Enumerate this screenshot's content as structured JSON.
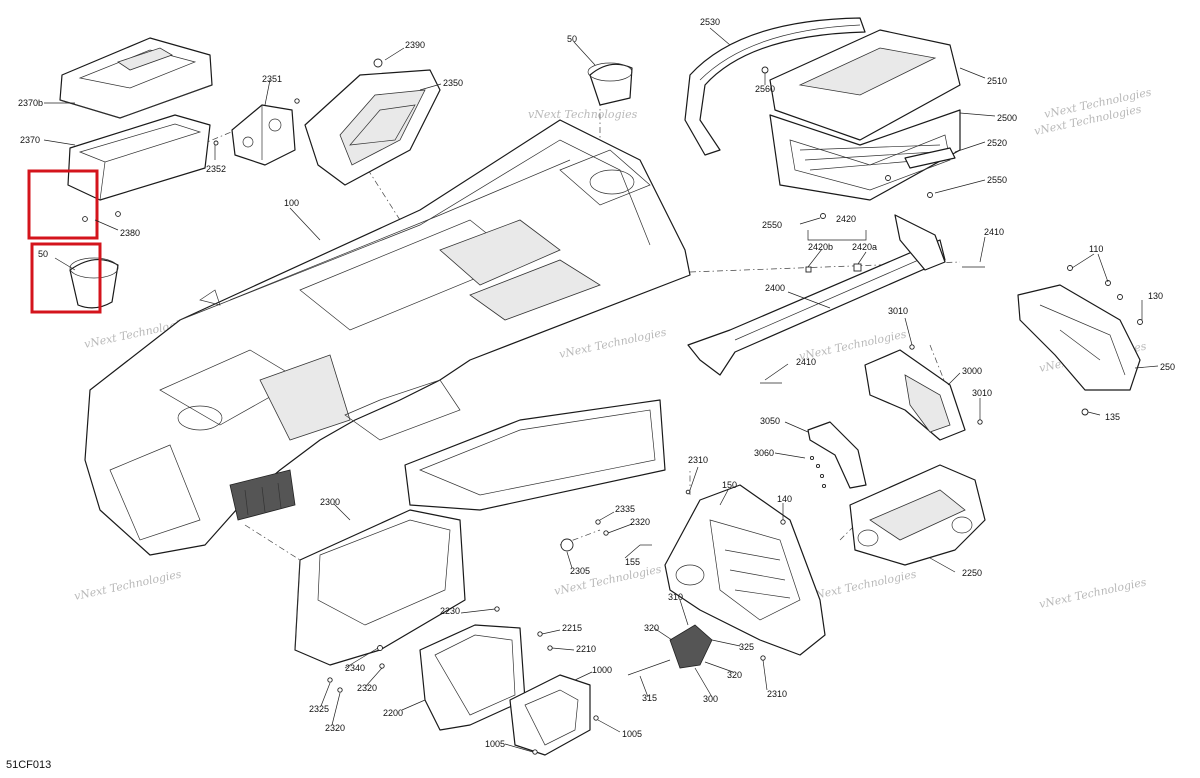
{
  "diagram_code": "51CF013",
  "watermark": "vNext Technologies",
  "highlight_color": "#d4141c",
  "part_labels": [
    {
      "id": "l2370b",
      "text": "2370b"
    },
    {
      "id": "l2370",
      "text": "2370"
    },
    {
      "id": "l2352",
      "text": "2352"
    },
    {
      "id": "l2380",
      "text": "2380"
    },
    {
      "id": "l2351",
      "text": "2351"
    },
    {
      "id": "l2390",
      "text": "2390"
    },
    {
      "id": "l2350",
      "text": "2350"
    },
    {
      "id": "l50a",
      "text": "50"
    },
    {
      "id": "l50b",
      "text": "50"
    },
    {
      "id": "l100",
      "text": "100"
    },
    {
      "id": "l2530",
      "text": "2530"
    },
    {
      "id": "l2560",
      "text": "2560"
    },
    {
      "id": "l2510",
      "text": "2510"
    },
    {
      "id": "l2500",
      "text": "2500"
    },
    {
      "id": "l2520",
      "text": "2520"
    },
    {
      "id": "l2550a",
      "text": "2550"
    },
    {
      "id": "l2550b",
      "text": "2550"
    },
    {
      "id": "l2420",
      "text": "2420"
    },
    {
      "id": "l2420b",
      "text": "2420b"
    },
    {
      "id": "l2420a",
      "text": "2420a"
    },
    {
      "id": "l2410a",
      "text": "2410"
    },
    {
      "id": "l2400",
      "text": "2400"
    },
    {
      "id": "l2410b",
      "text": "2410"
    },
    {
      "id": "l110",
      "text": "110"
    },
    {
      "id": "l130",
      "text": "130"
    },
    {
      "id": "l250",
      "text": "250"
    },
    {
      "id": "l135",
      "text": "135"
    },
    {
      "id": "l3010a",
      "text": "3010"
    },
    {
      "id": "l3000",
      "text": "3000"
    },
    {
      "id": "l3010b",
      "text": "3010"
    },
    {
      "id": "l3050",
      "text": "3050"
    },
    {
      "id": "l3060",
      "text": "3060"
    },
    {
      "id": "l2310a",
      "text": "2310"
    },
    {
      "id": "l150",
      "text": "150"
    },
    {
      "id": "l140",
      "text": "140"
    },
    {
      "id": "l2250",
      "text": "2250"
    },
    {
      "id": "l2300",
      "text": "2300"
    },
    {
      "id": "l2335",
      "text": "2335"
    },
    {
      "id": "l2320a",
      "text": "2320"
    },
    {
      "id": "l155",
      "text": "155"
    },
    {
      "id": "l2305",
      "text": "2305"
    },
    {
      "id": "l2230",
      "text": "2230"
    },
    {
      "id": "l2215",
      "text": "2215"
    },
    {
      "id": "l2210",
      "text": "2210"
    },
    {
      "id": "l2340",
      "text": "2340"
    },
    {
      "id": "l2320b",
      "text": "2320"
    },
    {
      "id": "l2325",
      "text": "2325"
    },
    {
      "id": "l2320c",
      "text": "2320"
    },
    {
      "id": "l2200",
      "text": "2200"
    },
    {
      "id": "l1000",
      "text": "1000"
    },
    {
      "id": "l1005a",
      "text": "1005"
    },
    {
      "id": "l1005b",
      "text": "1005"
    },
    {
      "id": "l310",
      "text": "310"
    },
    {
      "id": "l320a",
      "text": "320"
    },
    {
      "id": "l325",
      "text": "325"
    },
    {
      "id": "l320b",
      "text": "320"
    },
    {
      "id": "l315",
      "text": "315"
    },
    {
      "id": "l300",
      "text": "300"
    },
    {
      "id": "l2310b",
      "text": "2310"
    }
  ]
}
